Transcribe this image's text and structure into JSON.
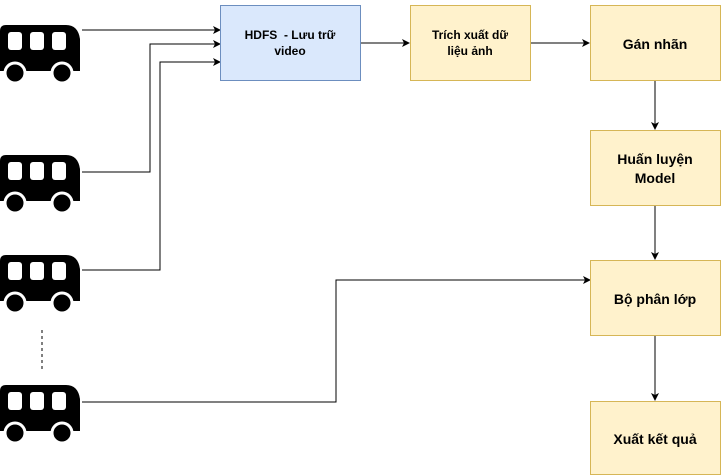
{
  "colors": {
    "storage_fill": "#dae8fc",
    "storage_stroke": "#6c8ebf",
    "process_fill": "#fff2cc",
    "process_stroke": "#d6b656",
    "line": "#000000",
    "bus": "#000000"
  },
  "nodes": {
    "hdfs": {
      "line1": "HDFS  - Lưu trữ",
      "line2": "video"
    },
    "extract": {
      "line1": "Trích xuất dữ",
      "line2": "liệu ảnh"
    },
    "label": {
      "text": "Gán nhãn"
    },
    "train": {
      "line1": "Huấn luyện",
      "line2": "Model"
    },
    "classifier": {
      "text": "Bộ phân lớp"
    },
    "output": {
      "text": "Xuất kết quả"
    }
  },
  "sources": [
    {
      "icon": "bus-icon"
    },
    {
      "icon": "bus-icon"
    },
    {
      "icon": "bus-icon"
    },
    {
      "icon": "bus-icon"
    }
  ]
}
